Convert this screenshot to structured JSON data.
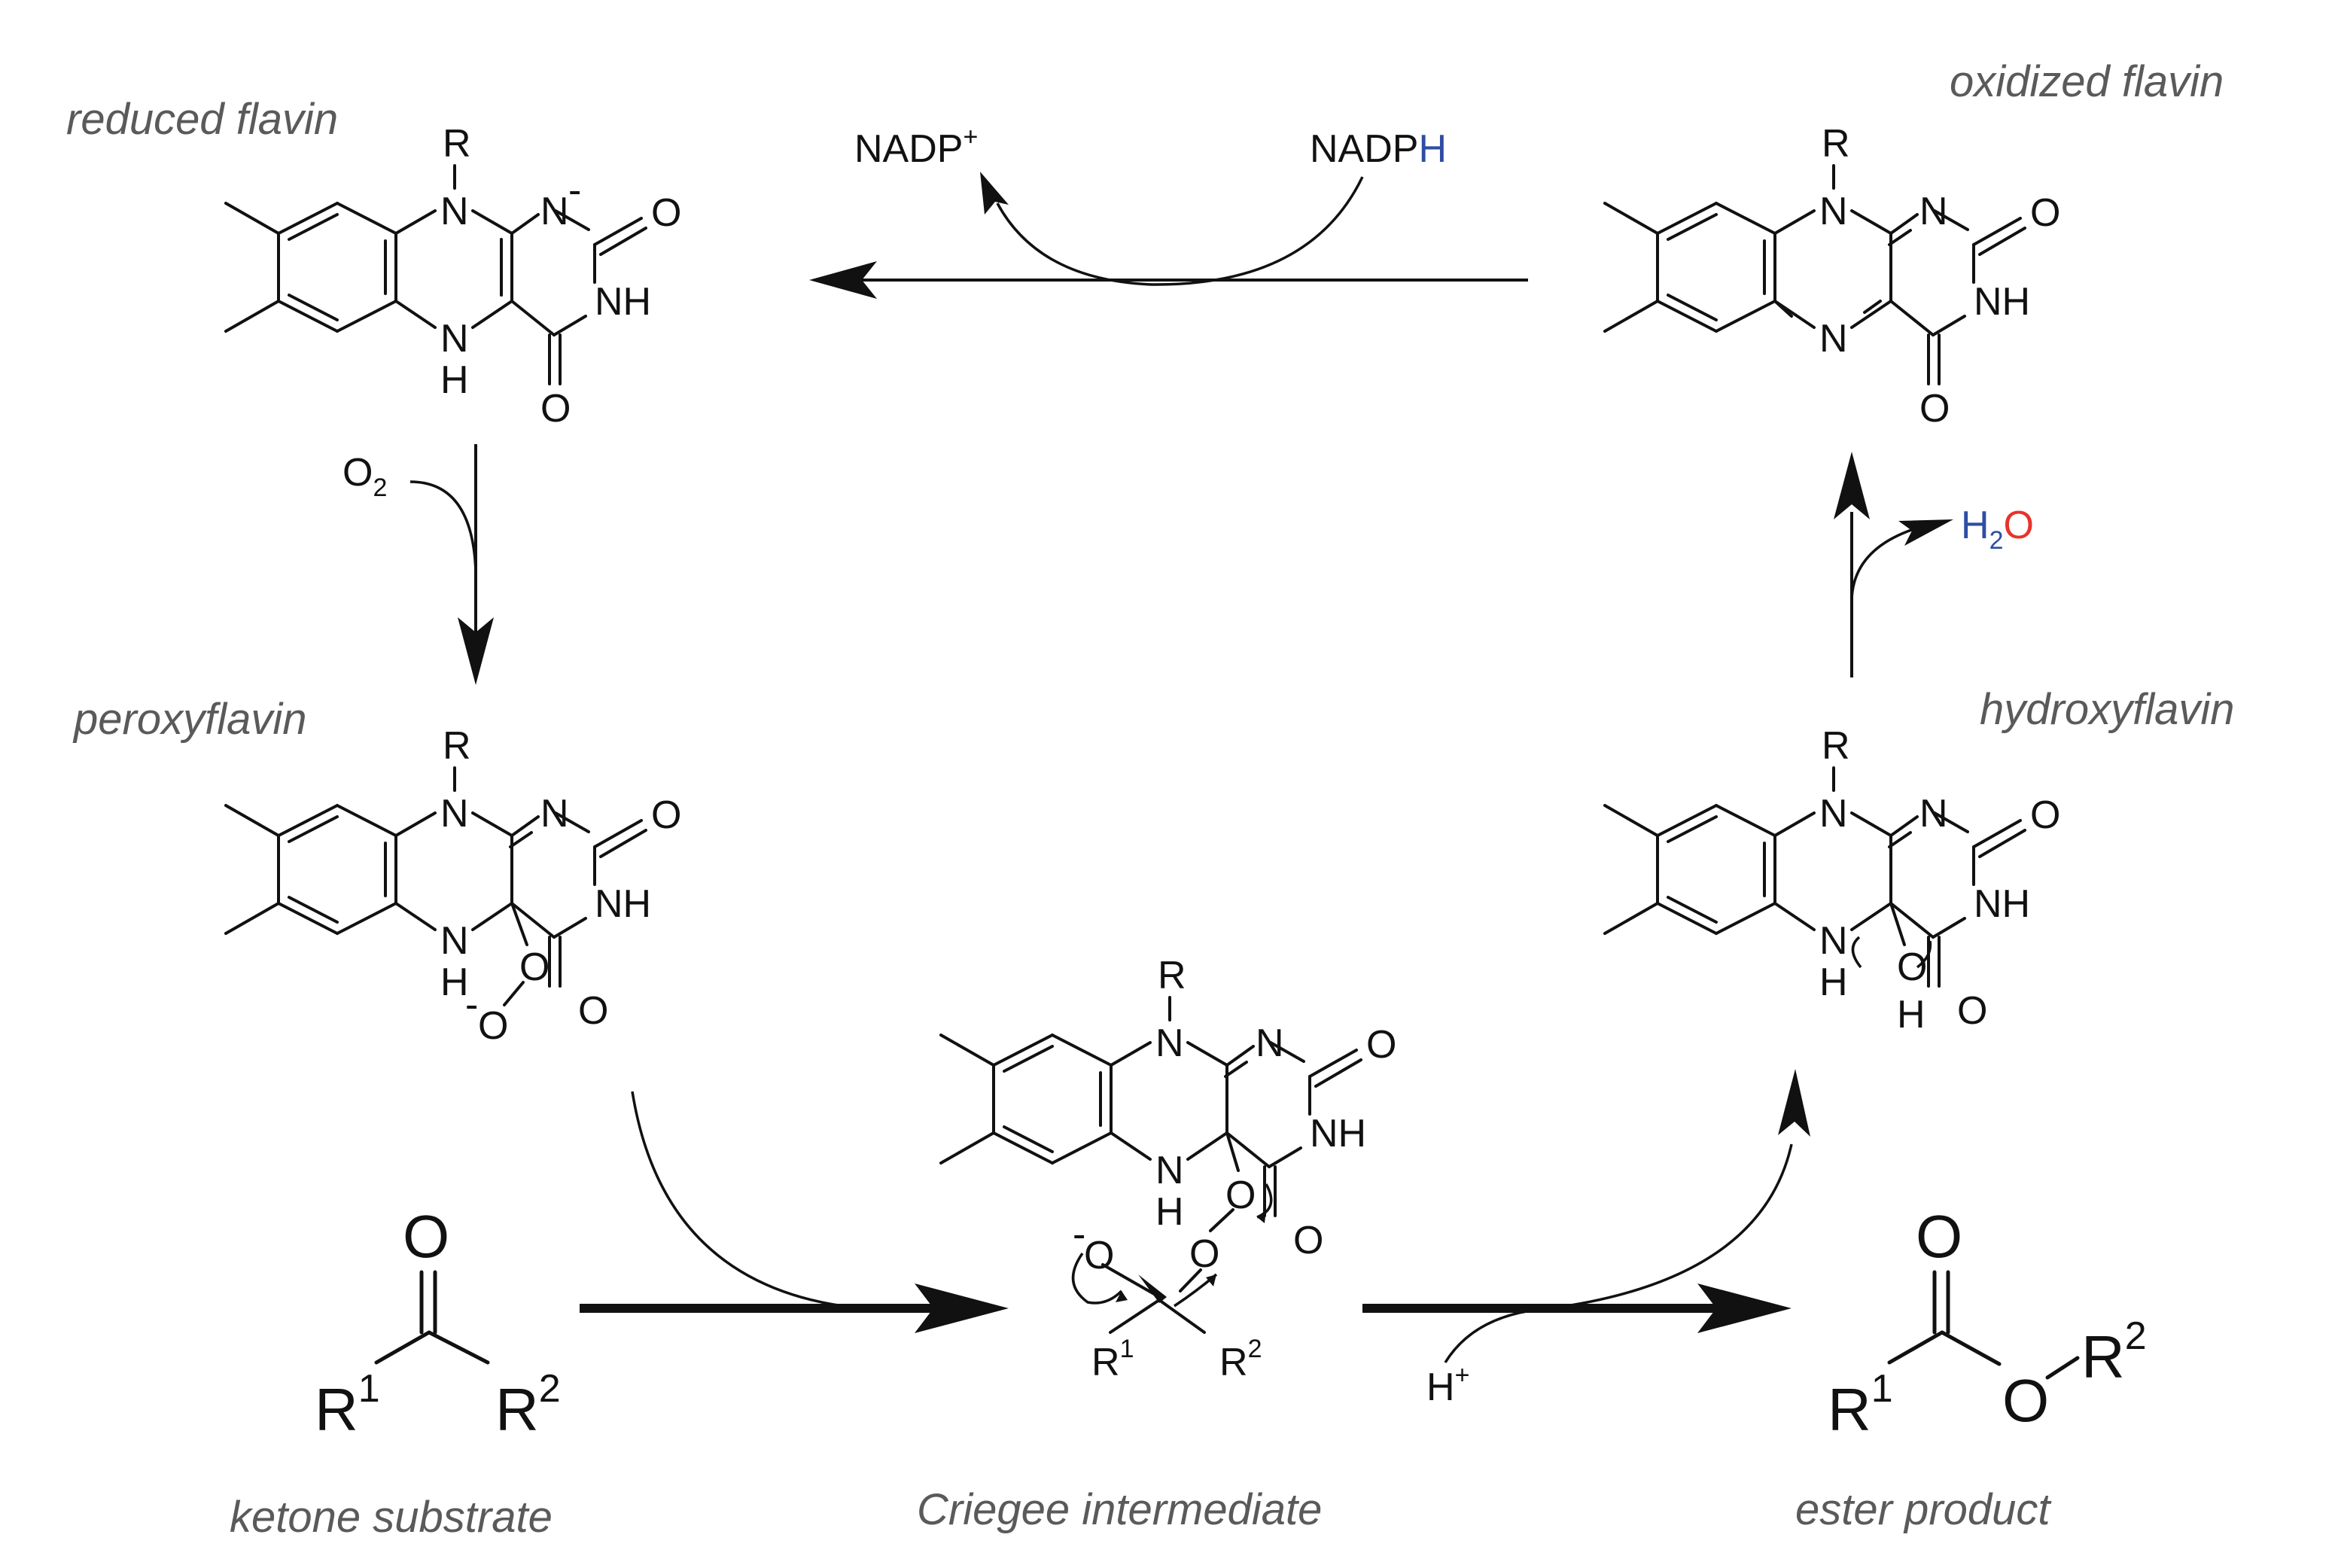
{
  "colors": {
    "oxygen": "#e8322b",
    "hydrogen": "#2e4ea3",
    "caption": "#5a5a5a",
    "ink": "#111111"
  },
  "captions": {
    "reduced": "reduced flavin",
    "oxidized": "oxidized flavin",
    "peroxy": "peroxyflavin",
    "hydroxy": "hydroxyflavin",
    "ketone": "ketone substrate",
    "criegee": "Criegee intermediate",
    "ester": "ester product"
  },
  "reagents": {
    "nadp_plus": "NADP",
    "plus": "+",
    "nadph_base": "NADP",
    "nadph_h": "H",
    "o2_base": "O",
    "o2_sub": "2",
    "h2o_h": "H",
    "h2o_sub": "2",
    "h2o_o": "O",
    "h_plus": "H",
    "minus": "-"
  },
  "atoms": {
    "N": "N",
    "NH": "NH",
    "O": "O",
    "R": "R",
    "H": "H",
    "r1_base": "R",
    "r1_sup": "1",
    "r2_base": "R",
    "r2_sup": "2"
  }
}
